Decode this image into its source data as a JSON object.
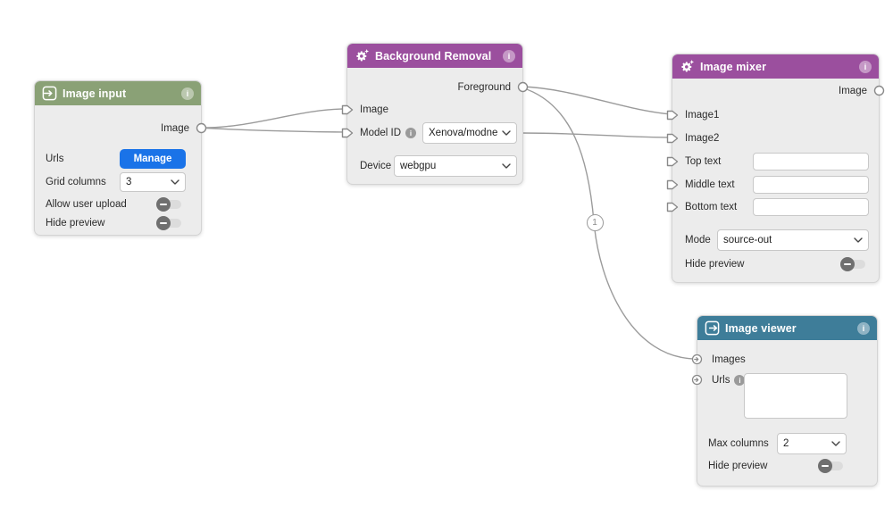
{
  "icons": {
    "info": "i"
  },
  "edge_badge": "1",
  "colors": {
    "input_header": "#8AA176",
    "processor_header": "#9B4F9E",
    "output_header": "#3E7D99",
    "edge": "#9B9B9B",
    "node_body": "#ECECEC",
    "primary_button": "#1A73E8"
  },
  "nodes": {
    "image_input": {
      "title": "Image input",
      "output_label": "Image",
      "urls_label": "Urls",
      "manage_button_label": "Manage",
      "grid_columns_label": "Grid columns",
      "grid_columns_value": "3",
      "allow_user_upload_label": "Allow user upload",
      "hide_preview_label": "Hide preview"
    },
    "background_removal": {
      "title": "Background Removal",
      "foreground_output_label": "Foreground",
      "image_input_label": "Image",
      "model_id_label": "Model ID",
      "model_id_value": "Xenova/modne",
      "device_label": "Device",
      "device_value": "webgpu"
    },
    "image_mixer": {
      "title": "Image mixer",
      "output_label": "Image",
      "image1_label": "Image1",
      "image2_label": "Image2",
      "top_text_label": "Top text",
      "top_text_value": "",
      "middle_text_label": "Middle text",
      "middle_text_value": "",
      "bottom_text_label": "Bottom text",
      "bottom_text_value": "",
      "mode_label": "Mode",
      "mode_value": "source-out",
      "hide_preview_label": "Hide preview"
    },
    "image_viewer": {
      "title": "Image viewer",
      "images_label": "Images",
      "urls_label": "Urls",
      "urls_value": "",
      "max_columns_label": "Max columns",
      "max_columns_value": "2",
      "hide_preview_label": "Hide preview"
    }
  }
}
